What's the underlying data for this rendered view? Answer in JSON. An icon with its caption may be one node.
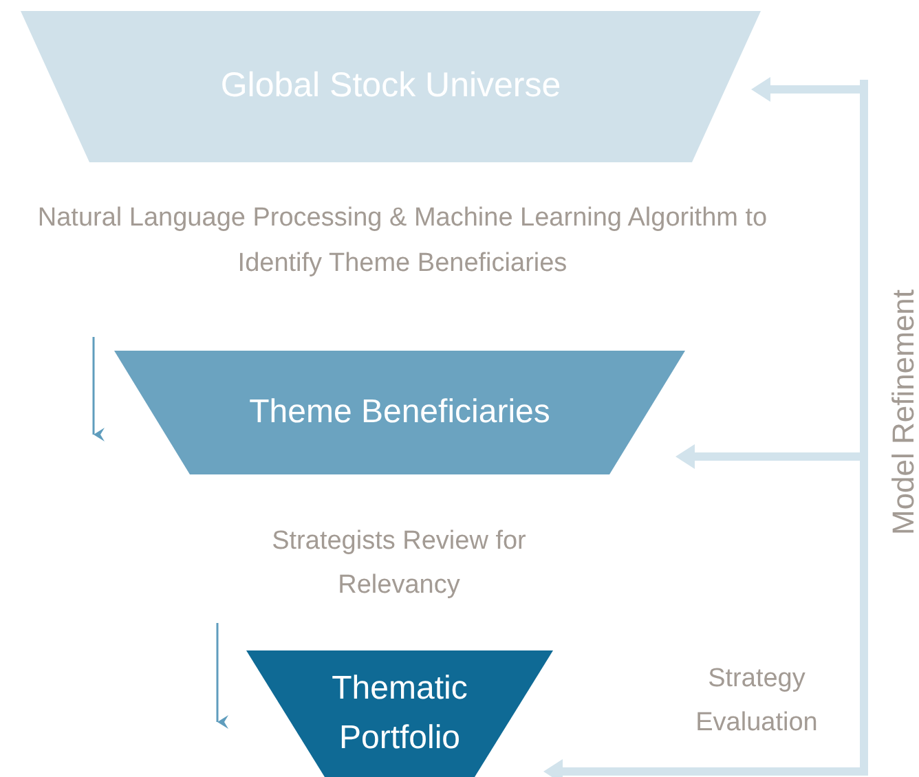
{
  "diagram": {
    "nodes": [
      {
        "text": [
          "Global Stock Universe"
        ]
      },
      {
        "text": [
          "Theme Beneficiaries"
        ]
      },
      {
        "text": [
          "Thematic Portfolio"
        ]
      }
    ],
    "edges": [
      {
        "from": null,
        "to": 0,
        "arrow": "to"
      },
      {
        "from": null,
        "to": 1,
        "arrow": "to"
      },
      {
        "from": null,
        "to": 2,
        "arrow": "to"
      }
    ],
    "labels": [
      "Natural Language Processing & Machine Learning Algorithm to Identify Theme Beneficiaries",
      "Model Refinement",
      "Strategists Review for Relevancy",
      "Strategy Evaluation"
    ]
  }
}
